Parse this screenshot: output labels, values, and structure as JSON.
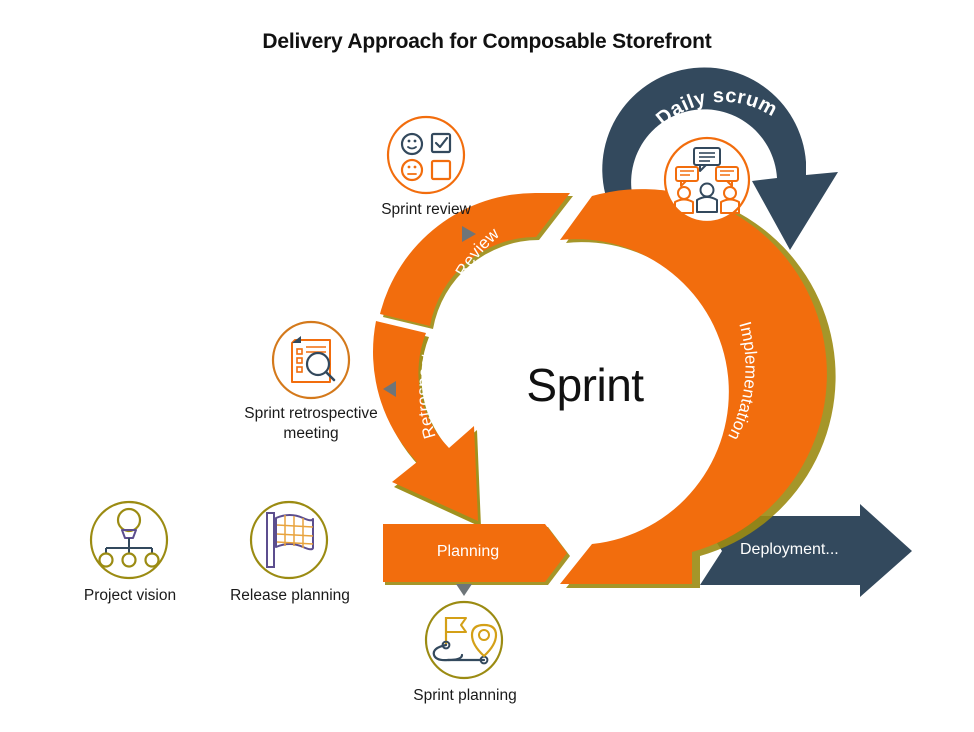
{
  "title": "Delivery Approach for Composable Storefront",
  "colors": {
    "orange": "#F26D0D",
    "orange_dark": "#E06100",
    "olive": "#9B8B12",
    "navy": "#33495D",
    "gray_marker": "#6E7579",
    "text": "#1a1a1a",
    "white": "#ffffff"
  },
  "center": {
    "label": "Sprint"
  },
  "ring_segments": [
    {
      "id": "review",
      "label": "Review"
    },
    {
      "id": "implementation",
      "label": "Implementation"
    },
    {
      "id": "retrospect",
      "label": "Retrospect"
    }
  ],
  "bars": [
    {
      "id": "planning",
      "label": "Planning"
    },
    {
      "id": "deployment",
      "label": "Deployment..."
    }
  ],
  "outer_arrow": {
    "id": "daily-scrum",
    "label": "Daily scrum"
  },
  "icon_nodes": [
    {
      "id": "sprint-review",
      "label": "Sprint review",
      "icon": "feedback-faces-icon",
      "border": "#F26D0D"
    },
    {
      "id": "daily-scrum-icon",
      "label": "",
      "icon": "team-discussion-icon",
      "border": "#F26D0D"
    },
    {
      "id": "sprint-retrospective",
      "label": "Sprint retrospective\nmeeting",
      "label_line1": "Sprint retrospective",
      "label_line2": "meeting",
      "icon": "checklist-magnifier-icon",
      "border": "#D4791B"
    },
    {
      "id": "project-vision",
      "label": "Project vision",
      "icon": "lightbulb-orgchart-icon",
      "border": "#9B8B12"
    },
    {
      "id": "release-planning",
      "label": "Release planning",
      "icon": "checkered-flag-icon",
      "border": "#9B8B12"
    },
    {
      "id": "sprint-planning",
      "label": "Sprint planning",
      "icon": "roadmap-flag-pin-icon",
      "border": "#9B8B12"
    }
  ],
  "connector_markers": [
    {
      "id": "marker-sprint-review",
      "direction": "right"
    },
    {
      "id": "marker-retrospective",
      "direction": "left"
    },
    {
      "id": "marker-sprint-planning",
      "direction": "down"
    }
  ]
}
